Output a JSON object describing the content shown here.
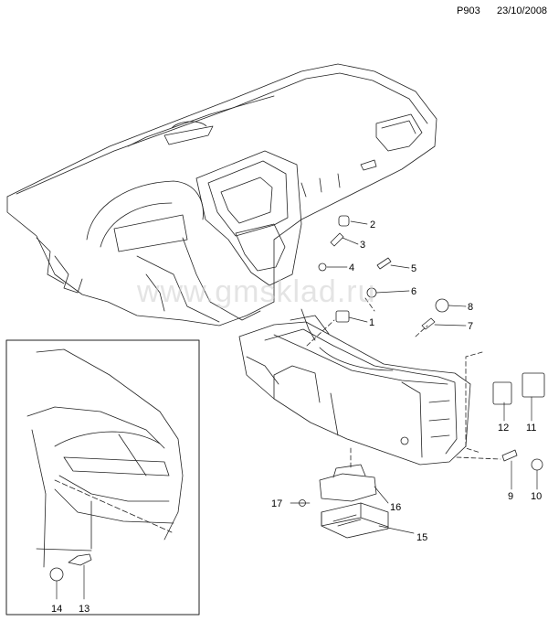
{
  "header": {
    "page_code": "P903",
    "date": "23/10/2008"
  },
  "watermark": "www.gmsklad.ru",
  "callouts": [
    "1",
    "2",
    "3",
    "4",
    "5",
    "6",
    "7",
    "8",
    "9",
    "10",
    "11",
    "12",
    "13",
    "14",
    "15",
    "16",
    "17"
  ]
}
